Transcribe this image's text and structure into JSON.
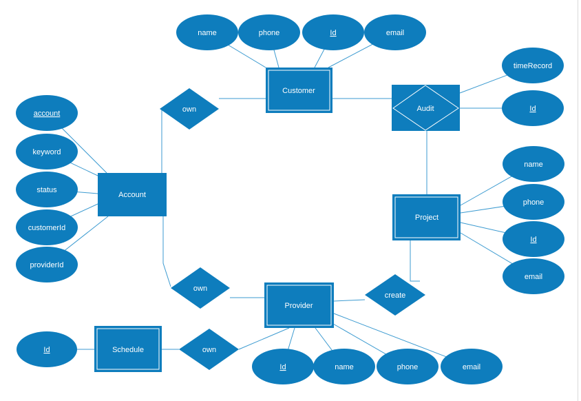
{
  "colors": {
    "shape_fill": "#0E7DBD",
    "connector": "#3B9AD0",
    "label_text": "#FFFFFF",
    "background": "#FFFFFF"
  },
  "entities": [
    {
      "id": "customer",
      "label": "Customer",
      "weak": true
    },
    {
      "id": "account",
      "label": "Account",
      "weak": false
    },
    {
      "id": "project",
      "label": "Project",
      "weak": true
    },
    {
      "id": "provider",
      "label": "Provider",
      "weak": true
    },
    {
      "id": "schedule",
      "label": "Schedule",
      "weak": true
    }
  ],
  "relationships": [
    {
      "id": "own-account-customer",
      "label": "own"
    },
    {
      "id": "audit",
      "label": "Audit",
      "associative": true
    },
    {
      "id": "own-account-provider",
      "label": "own"
    },
    {
      "id": "create",
      "label": "create"
    },
    {
      "id": "own-schedule-provider",
      "label": "own"
    }
  ],
  "attributes": [
    {
      "id": "customer-name",
      "label": "name",
      "key": false
    },
    {
      "id": "customer-phone",
      "label": "phone",
      "key": false
    },
    {
      "id": "customer-id",
      "label": "Id",
      "key": true
    },
    {
      "id": "customer-email",
      "label": "email",
      "key": false
    },
    {
      "id": "audit-timerecord",
      "label": "timeRecord",
      "key": false
    },
    {
      "id": "audit-id",
      "label": "Id",
      "key": true
    },
    {
      "id": "account-account",
      "label": "account",
      "key": true
    },
    {
      "id": "account-keyword",
      "label": "keyword",
      "key": false
    },
    {
      "id": "account-status",
      "label": "status",
      "key": false
    },
    {
      "id": "account-customerid",
      "label": "customerId",
      "key": false
    },
    {
      "id": "account-providerid",
      "label": "providerId",
      "key": false
    },
    {
      "id": "project-name",
      "label": "name",
      "key": false
    },
    {
      "id": "project-phone",
      "label": "phone",
      "key": false
    },
    {
      "id": "project-id",
      "label": "Id",
      "key": true
    },
    {
      "id": "project-email",
      "label": "email",
      "key": false
    },
    {
      "id": "schedule-id",
      "label": "Id",
      "key": true
    },
    {
      "id": "provider-id",
      "label": "Id",
      "key": true
    },
    {
      "id": "provider-name",
      "label": "name",
      "key": false
    },
    {
      "id": "provider-phone",
      "label": "phone",
      "key": false
    },
    {
      "id": "provider-email",
      "label": "email",
      "key": false
    }
  ]
}
